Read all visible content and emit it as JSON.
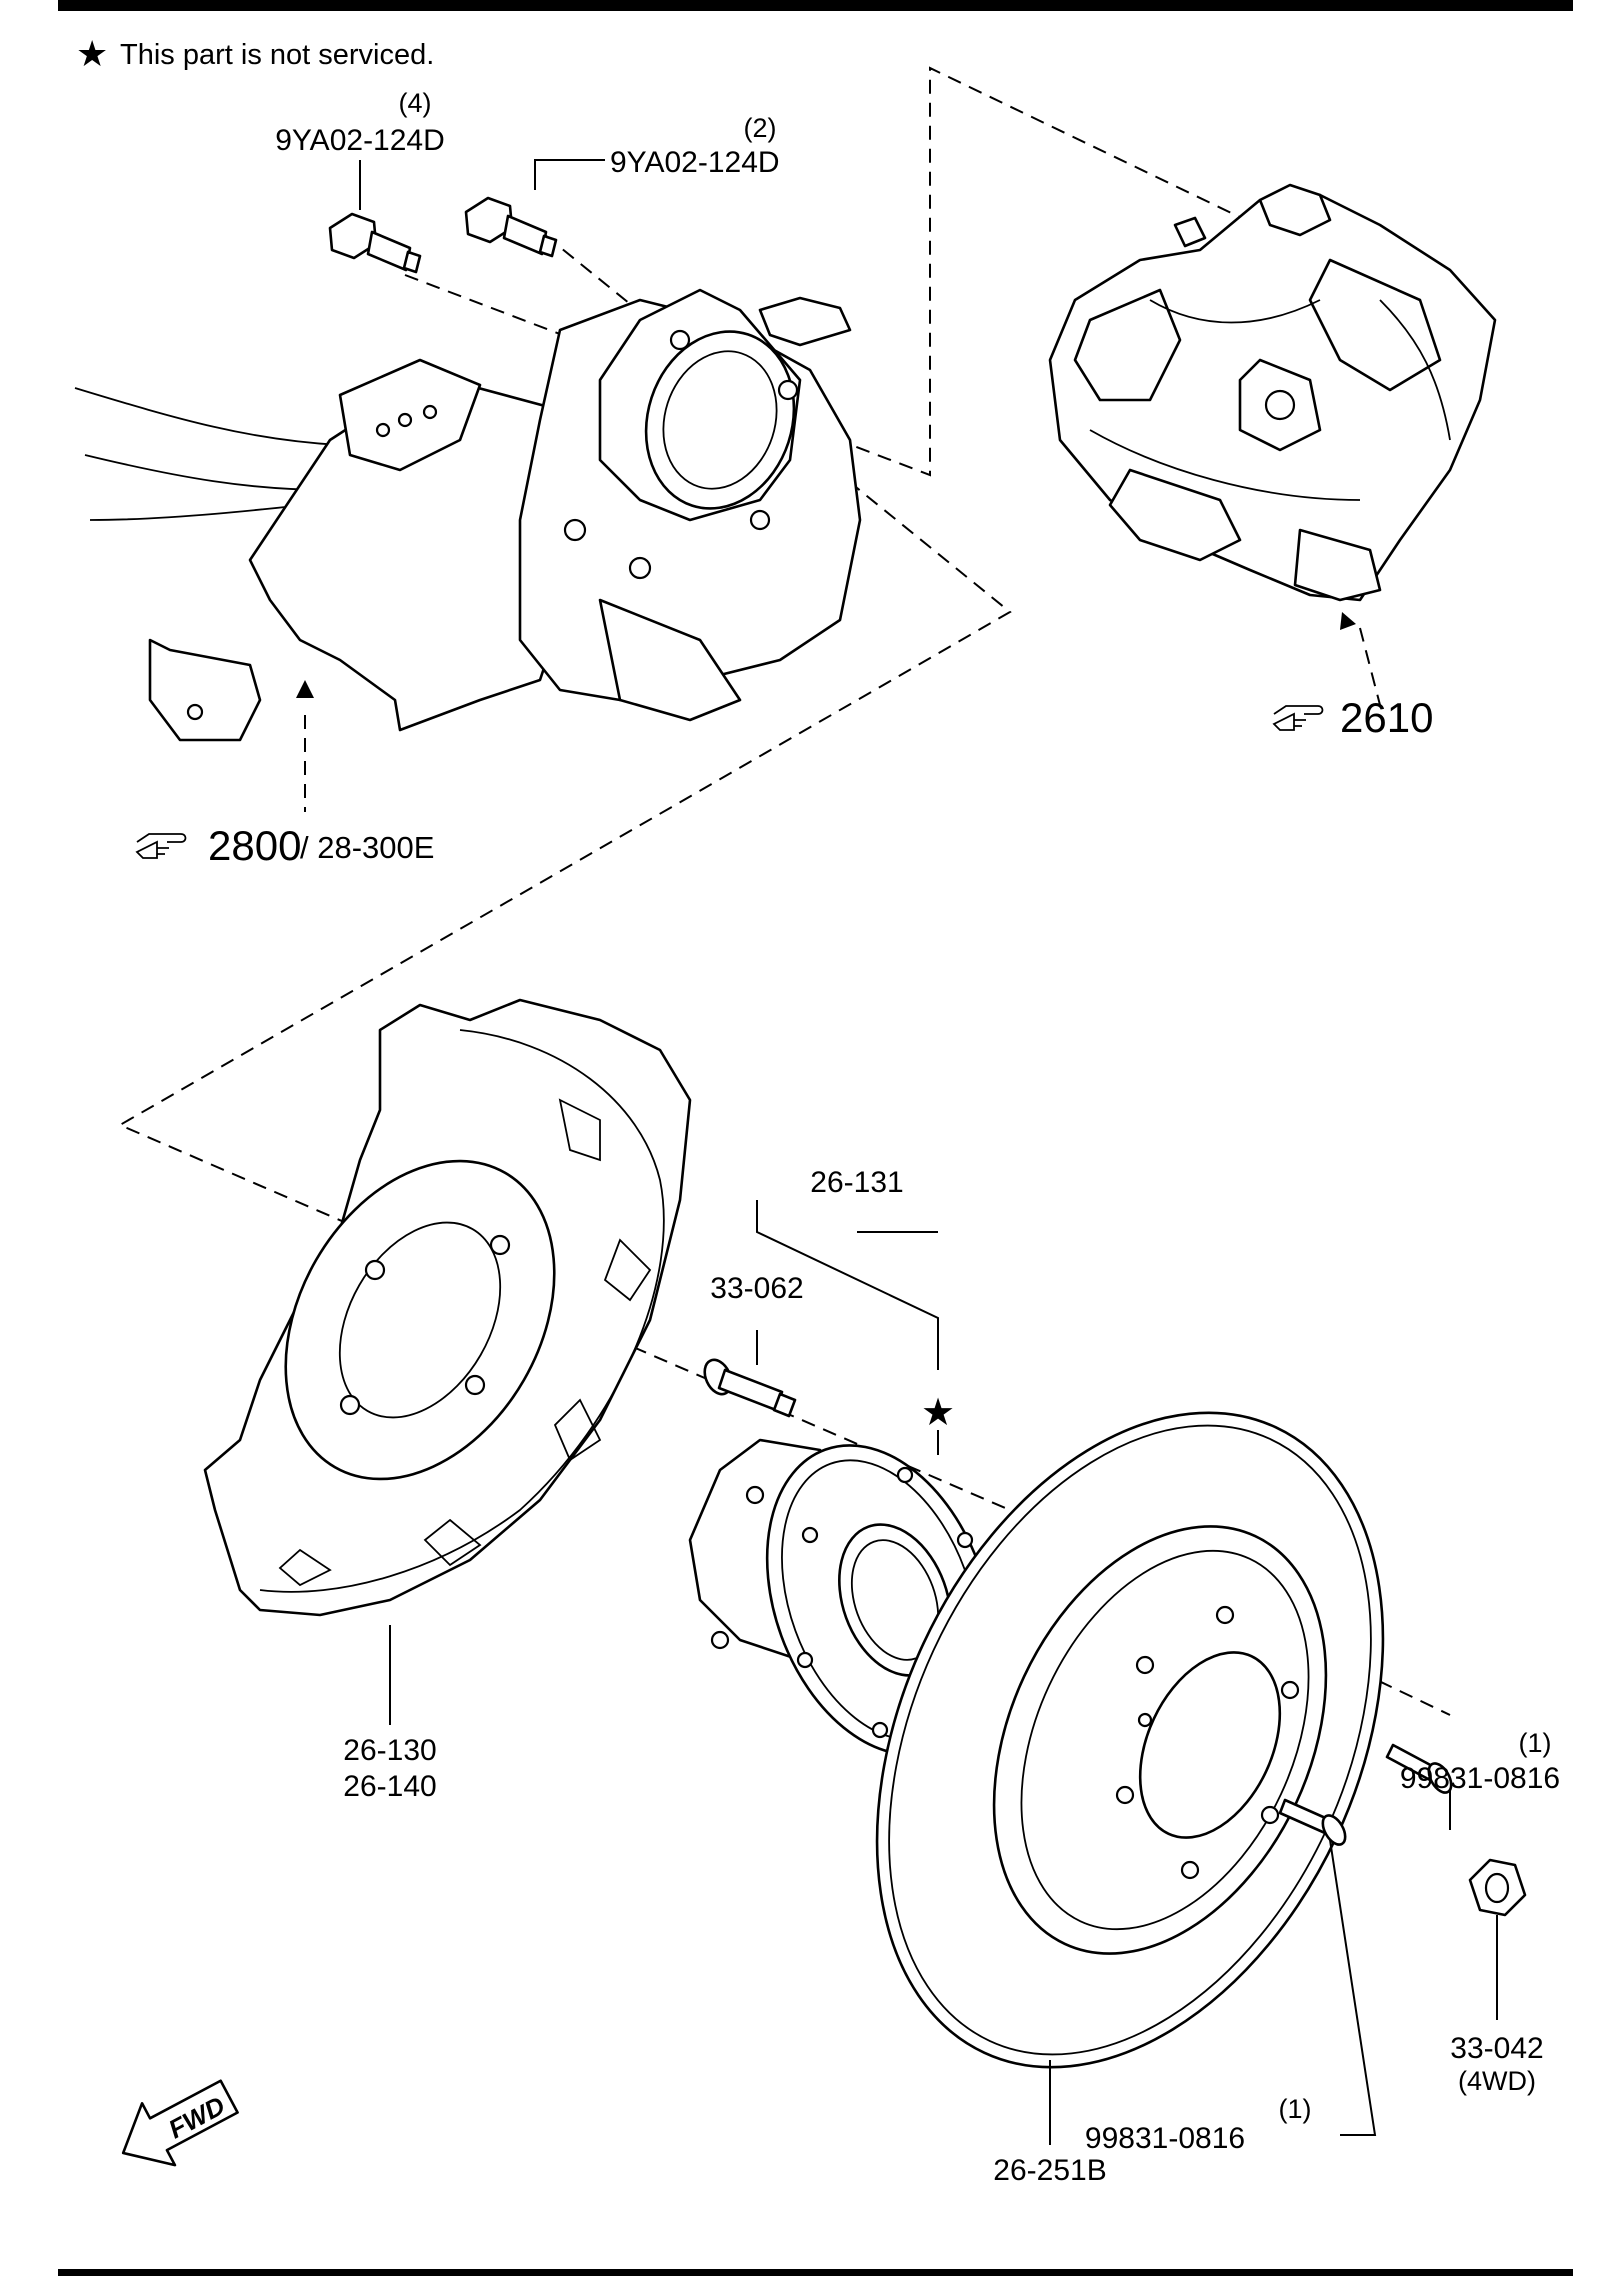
{
  "header": {
    "note_symbol": "★",
    "note_text": "This part is not serviced."
  },
  "callouts": {
    "bolt_left": {
      "qty": "(4)",
      "part": "9YA02-124D"
    },
    "bolt_right": {
      "qty": "(2)",
      "part": "9YA02-124D"
    },
    "ref_caliper": {
      "icon": "pointing-hand-icon",
      "number": "2610"
    },
    "ref_knuckle": {
      "icon": "pointing-hand-icon",
      "number": "2800",
      "sub": "/ 28-300E"
    },
    "hub_assembly": "26-131",
    "hub_bolt": "33-062",
    "not_serviced_star": "★",
    "dust_shield": {
      "line1": "26-130",
      "line2": "26-140"
    },
    "rotor": "26-251B",
    "screw_upper": {
      "qty": "(1)",
      "part": "99831-0816"
    },
    "screw_lower": {
      "qty": "(1)",
      "part": "99831-0816"
    },
    "hub_nut": {
      "part": "33-042",
      "note": "(4WD)"
    }
  },
  "fwd_arrow": {
    "label": "FWD",
    "icon": "fwd-arrow-icon"
  }
}
